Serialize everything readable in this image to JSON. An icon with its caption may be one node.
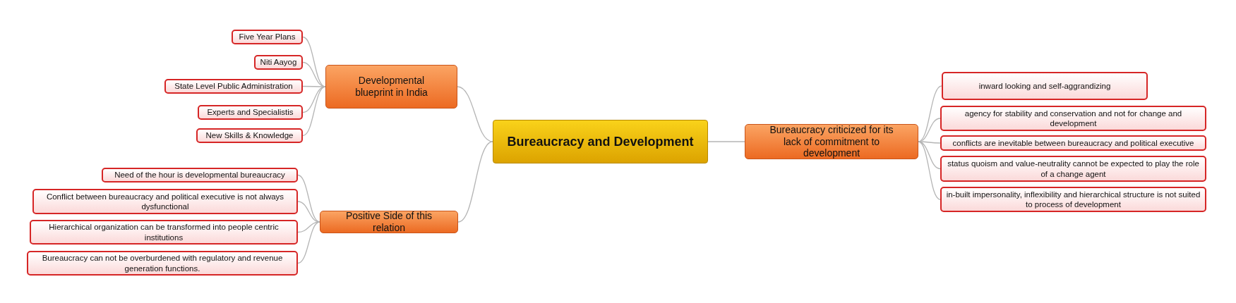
{
  "diagram": {
    "nodes": [
      {
        "text": [
          "Bureaucracy and Development"
        ]
      },
      {
        "text": [
          "Developmental blueprint in India"
        ]
      },
      {
        "text": [
          "Five Year Plans"
        ]
      },
      {
        "text": [
          "Niti Aayog"
        ]
      },
      {
        "text": [
          "State Level Public Administration"
        ]
      },
      {
        "text": [
          "Experts and Specialistis"
        ]
      },
      {
        "text": [
          "New Skills & Knowledge"
        ]
      },
      {
        "text": [
          "Positive Side of this relation"
        ]
      },
      {
        "text": [
          "Need of the hour is developmental bureaucracy"
        ]
      },
      {
        "text": [
          "Conflict between bureaucracy and political executive is not always dysfunctional"
        ]
      },
      {
        "text": [
          "Hierarchical organization can be transformed into people centric institutions"
        ]
      },
      {
        "text": [
          "Bureaucracy can not be overburdened  with regulatory and revenue generation functions."
        ]
      },
      {
        "text": [
          "Bureaucracy criticized for its lack of commitment to development"
        ]
      },
      {
        "text": [
          "inward looking and self-aggrandizing"
        ]
      },
      {
        "text": [
          "agency for stability and conservation and not for change and development"
        ]
      },
      {
        "text": [
          "conflicts are inevitable between bureaucracy and political executive"
        ]
      },
      {
        "text": [
          "status quoism and value-neutrality cannot be expected to play the role of a change agent"
        ]
      },
      {
        "text": [
          "in-built impersonality, inflexibility and hierarchical structure is not suited to process of development"
        ]
      }
    ],
    "edges": [
      {
        "from": 0,
        "to": 1,
        "arrow": "none"
      },
      {
        "from": 0,
        "to": 7,
        "arrow": "none"
      },
      {
        "from": 0,
        "to": 12,
        "arrow": "none"
      },
      {
        "from": 1,
        "to": 2,
        "arrow": "none"
      },
      {
        "from": 1,
        "to": 3,
        "arrow": "none"
      },
      {
        "from": 1,
        "to": 4,
        "arrow": "none"
      },
      {
        "from": 1,
        "to": 5,
        "arrow": "none"
      },
      {
        "from": 1,
        "to": 6,
        "arrow": "none"
      },
      {
        "from": 7,
        "to": 8,
        "arrow": "none"
      },
      {
        "from": 7,
        "to": 9,
        "arrow": "none"
      },
      {
        "from": 7,
        "to": 10,
        "arrow": "none"
      },
      {
        "from": 7,
        "to": 11,
        "arrow": "none"
      },
      {
        "from": 12,
        "to": 13,
        "arrow": "none"
      },
      {
        "from": 12,
        "to": 14,
        "arrow": "none"
      },
      {
        "from": 12,
        "to": 15,
        "arrow": "none"
      },
      {
        "from": 12,
        "to": 16,
        "arrow": "none"
      },
      {
        "from": 12,
        "to": 17,
        "arrow": "none"
      }
    ]
  }
}
